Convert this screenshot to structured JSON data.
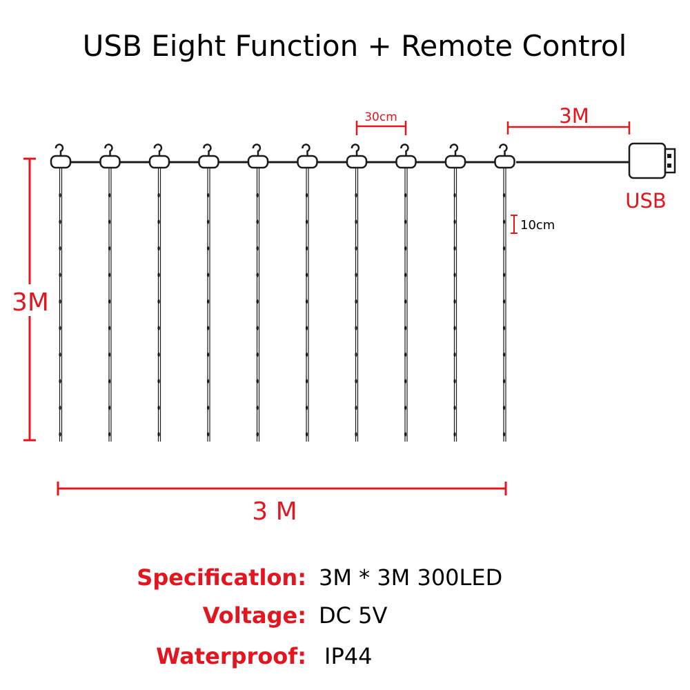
{
  "title": "USB Eight Function + Remote Control",
  "diagram": {
    "strand_spacing_label": "30cm",
    "lead_length_label": "3M",
    "plug_label": "USB",
    "bulb_spacing_label": "10cm",
    "height_label": "3M",
    "width_label": "3 M",
    "strand_count": 10
  },
  "specs": [
    {
      "label": "Specificatlon:",
      "value": "3M * 3M 300LED"
    },
    {
      "label": "Voltage:",
      "value": "DC 5V"
    },
    {
      "label": "Waterproof:",
      "value": "IP44"
    }
  ],
  "colors": {
    "dimension": "#e3161f",
    "wire": "#1a1a1a",
    "text": "#000000"
  }
}
